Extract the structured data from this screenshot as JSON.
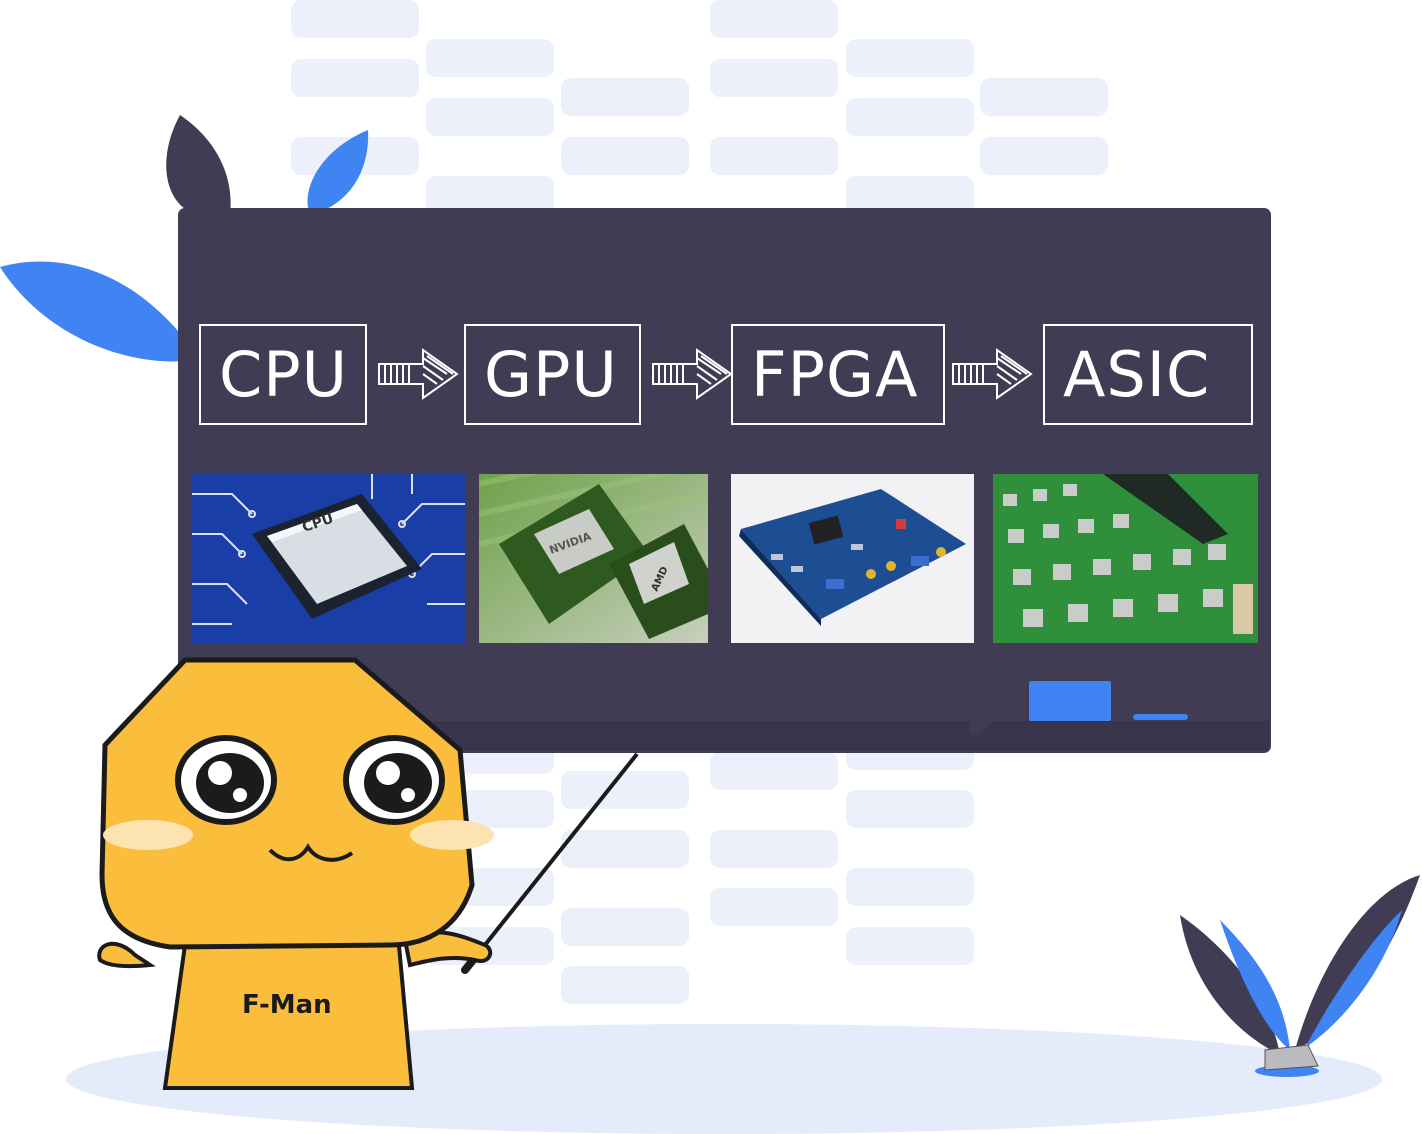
{
  "board": {
    "terms": [
      {
        "label": "CPU"
      },
      {
        "label": "GPU"
      },
      {
        "label": "FPGA"
      },
      {
        "label": "ASIC"
      }
    ],
    "photos": [
      {
        "chip_label": "CPU"
      },
      {
        "chip_label": "NVIDIA",
        "chip_label_2": "AMD"
      },
      {},
      {}
    ]
  },
  "mascot": {
    "name": "F-Man"
  },
  "colors": {
    "board": "#403c54",
    "accent_blue": "#3f84f2",
    "mascot_yellow": "#fbbd3c",
    "background_bar": "#ebf0fb"
  }
}
